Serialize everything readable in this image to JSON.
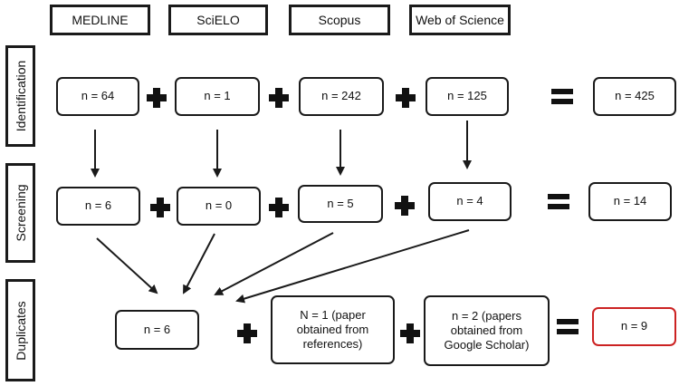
{
  "databases": [
    "MEDLINE",
    "SciELO",
    "Scopus",
    "Web of Science"
  ],
  "stages": {
    "identification": "Identification",
    "screening": "Screening",
    "duplicates": "Duplicates"
  },
  "identification": [
    "n = 64",
    "n = 1",
    "n = 242",
    "n = 125"
  ],
  "identification_total": "n = 425",
  "screening": [
    "n = 6",
    "n = 0",
    "n = 5",
    "n = 4"
  ],
  "screening_total": "n = 14",
  "duplicates": [
    "n = 6",
    "N = 1 (paper obtained from references)",
    "n = 2 (papers obtained from Google Scholar)"
  ],
  "duplicates_total": "n = 9",
  "colors": {
    "line": "#1a1a1a",
    "final_highlight": "#cc2222"
  }
}
